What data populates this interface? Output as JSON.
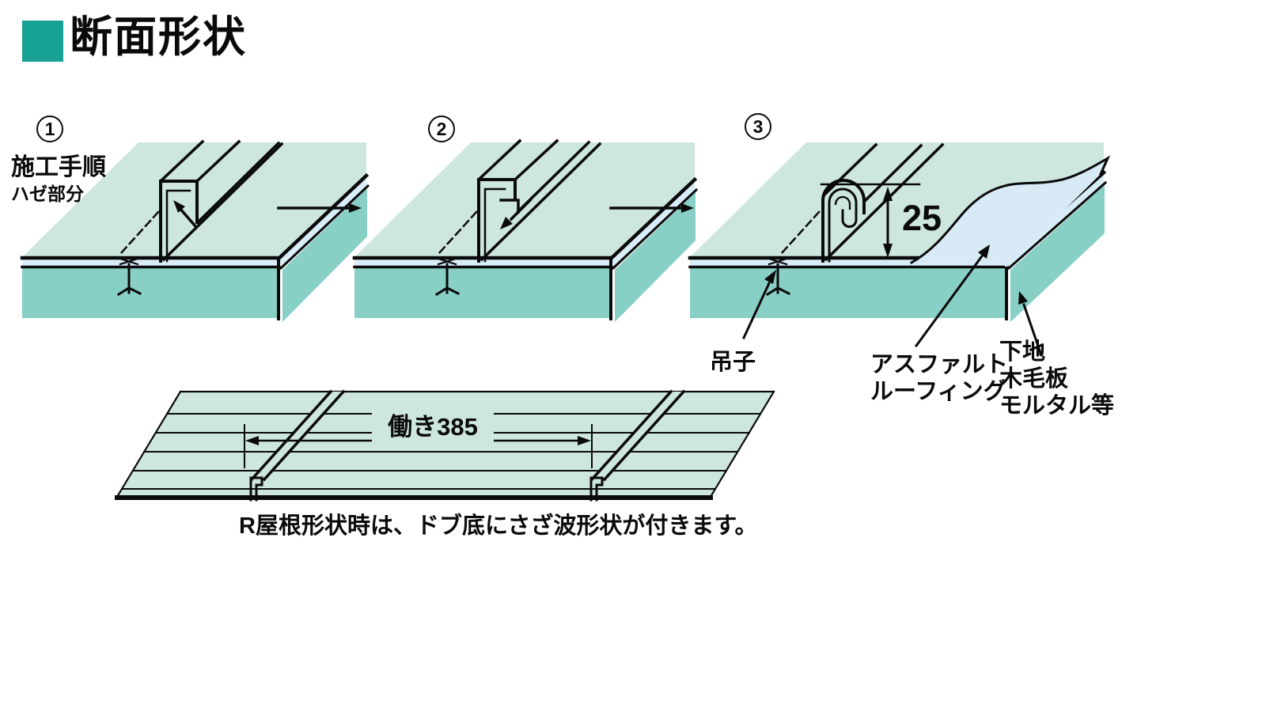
{
  "header": {
    "title": "断面形状",
    "accent_color": "#18a294"
  },
  "steps": {
    "step1": {
      "number": "1",
      "label_line1": "施工手順",
      "label_line2": "ハゼ部分"
    },
    "step2": {
      "number": "2"
    },
    "step3": {
      "number": "3",
      "seam_height_dim": "25"
    }
  },
  "callouts": {
    "hanger": "吊子",
    "asphalt_line1": "アスファルト",
    "asphalt_line2": "ルーフィング",
    "substrate_line1": "下地",
    "substrate_line2": "木毛板",
    "substrate_line3": "モルタル等"
  },
  "bottom_diagram": {
    "working_width": "働き385",
    "note": "R屋根形状時は、ドブ底にさざ波形状が付きます。"
  },
  "colors": {
    "roof_top_surface": "#cde7df",
    "roof_side_face": "#88cfc6",
    "underlayment_strip": "#d9edf8",
    "asphalt_sheet": "#d7eaf5",
    "line": "#0a0a0a"
  }
}
